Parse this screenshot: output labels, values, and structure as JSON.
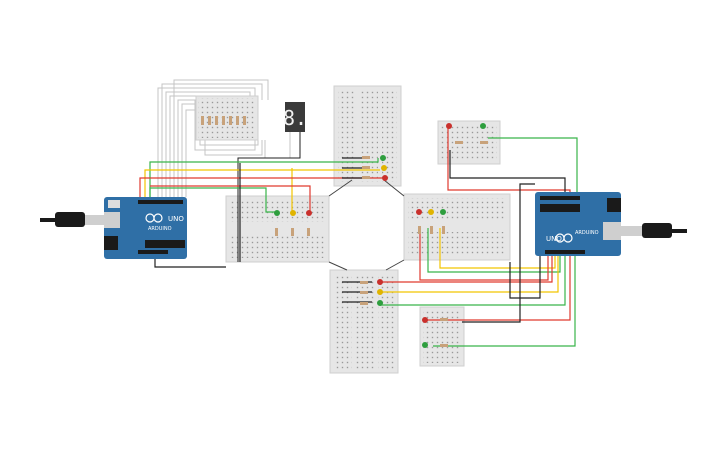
{
  "app": {
    "title": "",
    "background": "#ffffff"
  },
  "colors": {
    "breadboard": "#e6e6e6",
    "breadboard_border": "#c9c9c9",
    "hole": "#8a8a8a",
    "arduino_board": "#2f6fa6",
    "arduino_dark": "#1f4f7a",
    "wire_red": "#e03a2f",
    "wire_green": "#39b54a",
    "wire_yellow": "#f2c500",
    "wire_black": "#222222",
    "wire_gray": "#b8b8b8",
    "led_red": "#c9302c",
    "led_yellow": "#e0b400",
    "led_green": "#2e9e3e",
    "resistor": "#c8a27a",
    "usb_cable": "#1a1a1a"
  },
  "components": {
    "arduino_left": {
      "name": "Arduino Uno R3",
      "logo_text": "UNO",
      "brand": "ARDUINO"
    },
    "arduino_right": {
      "name": "Arduino Uno R3",
      "logo_text": "UNO",
      "brand": "ARDUINO"
    },
    "seven_segment": {
      "name": "7-segment display",
      "digit": "8."
    },
    "traffic_lights": [
      {
        "id": "north",
        "colors": [
          "green",
          "yellow",
          "red"
        ]
      },
      {
        "id": "west",
        "colors": [
          "green",
          "yellow",
          "red"
        ]
      },
      {
        "id": "east",
        "colors": [
          "red",
          "yellow",
          "green"
        ]
      },
      {
        "id": "south",
        "colors": [
          "red",
          "yellow",
          "green"
        ]
      },
      {
        "id": "ped_top_right",
        "colors": [
          "red",
          "green"
        ]
      },
      {
        "id": "ped_bottom",
        "colors": [
          "red",
          "green"
        ]
      }
    ]
  }
}
